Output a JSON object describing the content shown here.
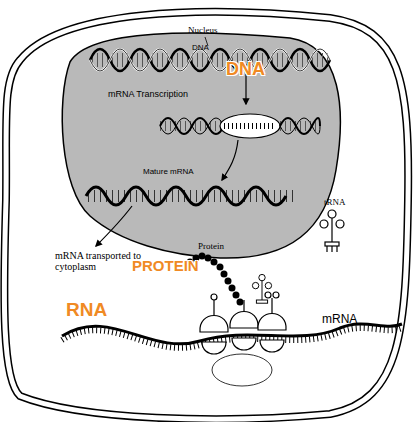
{
  "diagram": {
    "nodes": [
      {
        "text": [
          "mRNA transported to cytoplasm",
          "Protein",
          "PROTEIN",
          "tRNA",
          "RNA",
          "mRNA"
        ]
      },
      {
        "text": [
          "Nucleus",
          "DNA",
          "DNA",
          "mRNA Transcription",
          "Mature mRNA"
        ],
        "in": 0
      }
    ]
  }
}
